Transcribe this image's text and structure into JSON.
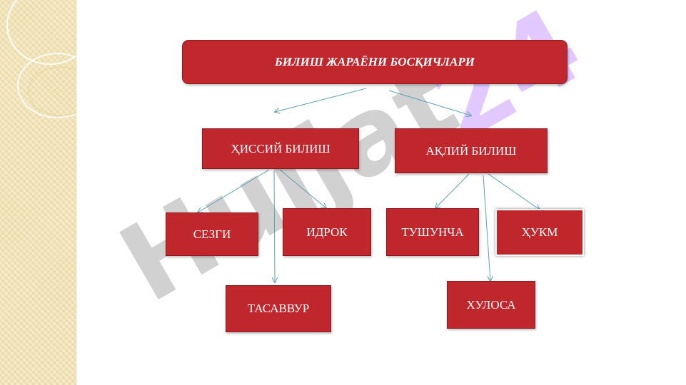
{
  "diagram": {
    "title": "БИЛИШ ЖАРАЁНИ БОСҚИЧЛАРИ",
    "nodes": {
      "sensory": "ҲИССИЙ БИЛИШ",
      "rational": "АҚЛИЙ БИЛИШ",
      "sensation": "СЕЗГИ",
      "perception": "ИДРОК",
      "representation": "ТАСАВВУР",
      "concept": "ТУШУНЧА",
      "judgment": "ҲУКМ",
      "conclusion": "ХУЛОСА"
    },
    "edges": [
      [
        "title",
        "sensory"
      ],
      [
        "title",
        "rational"
      ],
      [
        "sensory",
        "sensation"
      ],
      [
        "sensory",
        "perception"
      ],
      [
        "sensory",
        "representation"
      ],
      [
        "rational",
        "concept"
      ],
      [
        "rational",
        "judgment"
      ],
      [
        "rational",
        "conclusion"
      ]
    ]
  },
  "watermark": {
    "text": "Hujjat24",
    "colors": {
      "main": "#9a9a9a",
      "accent": "#c99bff"
    }
  },
  "colors": {
    "box": "#c0272d",
    "box_border": "#8e1b1f",
    "arrow": "#5aa3b3",
    "strip": "#f1e3b6"
  }
}
